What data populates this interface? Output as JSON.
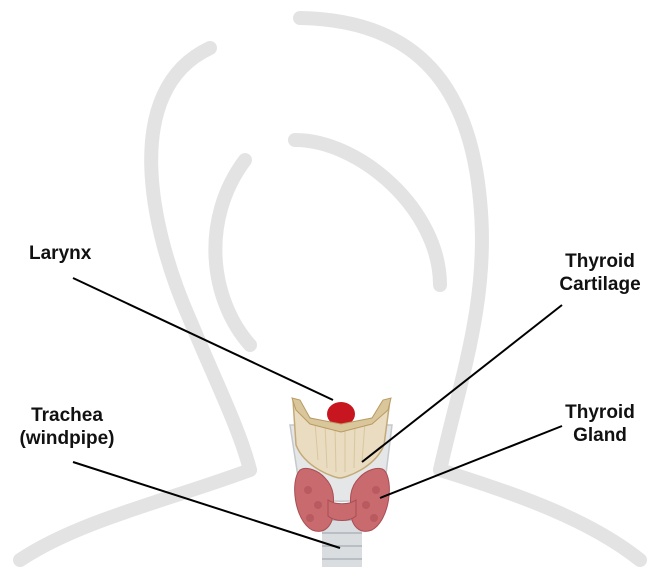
{
  "labels": {
    "larynx": "Larynx",
    "thyroid_cartilage": [
      "Thyroid",
      "Cartilage"
    ],
    "trachea": [
      "Trachea",
      "(windpipe)"
    ],
    "thyroid_gland": [
      "Thyroid",
      "Gland"
    ]
  },
  "colors": {
    "silhouette": "#e3e3e3",
    "leader_line": "#000000",
    "thyroid_gland": "#c96a6e",
    "cartilage": "#e9dcc0",
    "larynx_top": "#c7161f",
    "trachea": "#d9dde0"
  }
}
